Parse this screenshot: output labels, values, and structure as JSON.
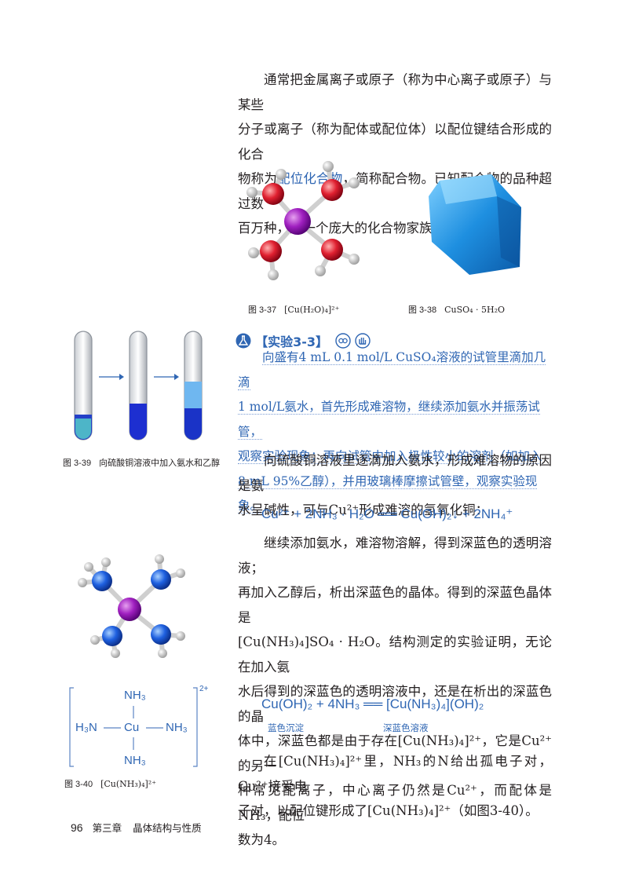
{
  "intro": {
    "line1": "通常把金属离子或原子（称为中心离子或原子）与某些",
    "line2": "分子或离子（称为配体或配位体）以配位键结合形成的化合",
    "line3_pre": "物称为",
    "line3_term": "配位化合物",
    "line3_post": "，简称配合物。已知配合物的品种超过数",
    "line4": "百万种，是一个庞大的化合物家族。"
  },
  "fig337": {
    "num": "图 3-37",
    "label": "[Cu(H₂O)₄]²⁺"
  },
  "fig338": {
    "num": "图 3-38",
    "label": "CuSO₄ · 5H₂O"
  },
  "experiment": {
    "title": "【实验3-3】",
    "l1": "向盛有4 mL 0.1 mol/L CuSO₄溶液的试管里滴加几滴",
    "l2": "1 mol/L氨水，首先形成难溶物，继续添加氨水并振荡试管，",
    "l3": "观察实验现象；再向试管中加入极性较小的溶剂（如加入",
    "l4": "8 mL 95%乙醇），并用玻璃棒摩擦试管壁，观察实验现象。"
  },
  "fig339": {
    "num": "图 3-39",
    "label": "向硫酸铜溶液中加入氨水和乙醇"
  },
  "para2": {
    "l1": "向硫酸铜溶液里逐滴加入氨水，形成难溶物的原因是氨",
    "l2": "水呈碱性，可与Cu²⁺形成难溶的氢氧化铜："
  },
  "eq1": "Cu²⁺ + 2NH₃ · H₂O ══ Cu(OH)₂↓ + 2NH₄⁺",
  "para3": {
    "l1": "继续添加氨水，难溶物溶解，得到深蓝色的透明溶液；",
    "l2": "再加入乙醇后，析出深蓝色的晶体。得到的深蓝色晶体是",
    "l3": "[Cu(NH₃)₄]SO₄ · H₂O。结构测定的实验证明，无论在加入氨",
    "l4": "水后得到的深蓝色的透明溶液中，还是在析出的深蓝色的晶",
    "l5": "体中，深蓝色都是由于存在[Cu(NH₃)₄]²⁺，它是Cu²⁺的另一",
    "l6": "种常见配离子，中心离子仍然是Cu²⁺，而配体是NH₃，配位",
    "l7": "数为4。"
  },
  "eq2": "Cu(OH)₂ + 4NH₃ ══ [Cu(NH₃)₄](OH)₂",
  "eq2_labels": {
    "left": "蓝色沉淀",
    "right": "深蓝色溶液"
  },
  "para4": {
    "l1": "在[Cu(NH₃)₄]²⁺里，NH₃的N给出孤电子对，Cu²⁺接受电",
    "l2": "子对，以配位键形成了[Cu(NH₃)₄]²⁺（如图3-40）。"
  },
  "structure": {
    "top": "NH₃",
    "left": "H₃N",
    "center": "Cu",
    "right": "NH₃",
    "bottom": "NH₃",
    "charge": "2+"
  },
  "fig340": {
    "num": "图 3-40",
    "label": "[Cu(NH₃)₄]²⁺"
  },
  "footer": {
    "page": "96",
    "chapter": "第三章",
    "title": "晶体结构与性质"
  },
  "colors": {
    "accent": "#2f66b3",
    "text": "#231f20"
  }
}
